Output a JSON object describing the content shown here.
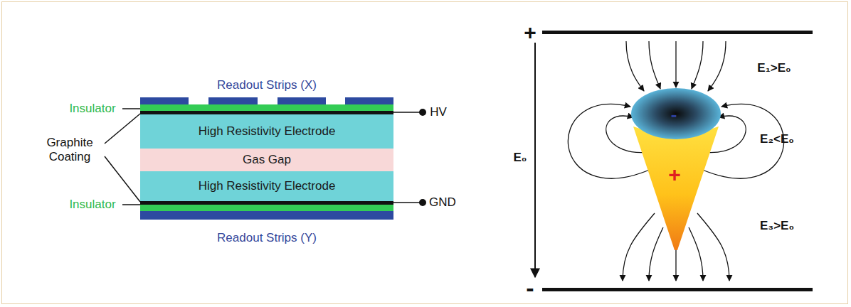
{
  "diagram": {
    "nodes": [
      {
        "text": [
          "High Resistivity Electrode"
        ]
      },
      {
        "text": [
          "Gas Gap"
        ]
      },
      {
        "text": [
          "High Resistivity Electrode"
        ]
      }
    ],
    "labels": [
      "Readout Strips (X)",
      "Insulator",
      "HV",
      "Graphite Coating",
      "GND",
      "Insulator",
      "Readout Strips (Y)",
      "+",
      "E₁>E₀",
      "E₀",
      "-",
      "+",
      "E₂<E₀",
      "E₃>E₀",
      "-"
    ]
  }
}
